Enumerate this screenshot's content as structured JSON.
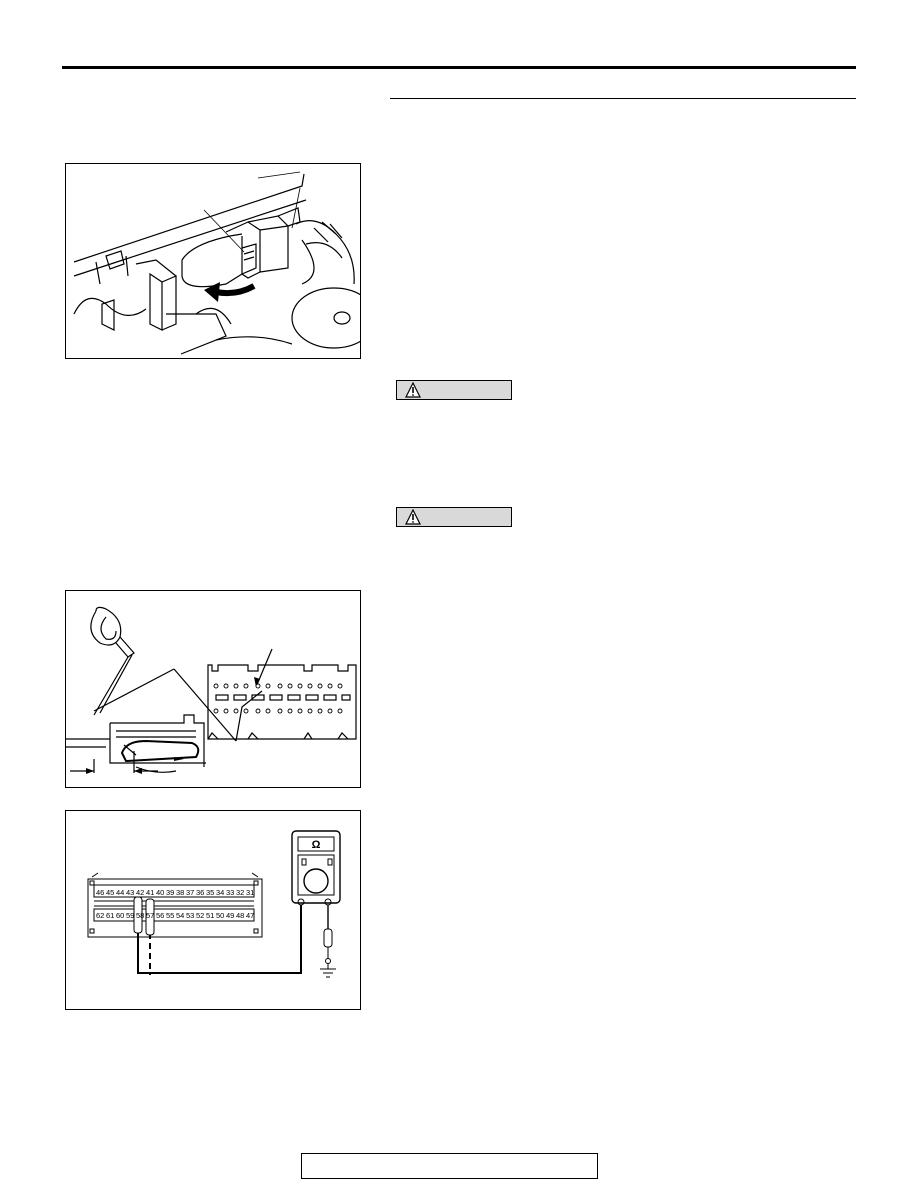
{
  "page": {
    "footer_text": ""
  },
  "figures": {
    "connector_removal": {
      "description_icon": "curved-arrow-icon"
    },
    "terminal_probe": {
      "description_icon": "cable-tie-icon"
    },
    "resistance_check": {
      "meter_symbol": "Ω",
      "upper_row_pins": [
        "46",
        "45",
        "44",
        "43",
        "42",
        "41",
        "40",
        "39",
        "38",
        "37",
        "36",
        "35",
        "34",
        "33",
        "32",
        "31"
      ],
      "lower_row_pins": [
        "62",
        "61",
        "60",
        "59",
        "58",
        "57",
        "56",
        "55",
        "54",
        "53",
        "52",
        "51",
        "50",
        "49",
        "48",
        "47"
      ]
    }
  },
  "cautions": [
    {
      "icon": "warning-triangle-icon",
      "label": ""
    },
    {
      "icon": "warning-triangle-icon",
      "label": ""
    }
  ]
}
